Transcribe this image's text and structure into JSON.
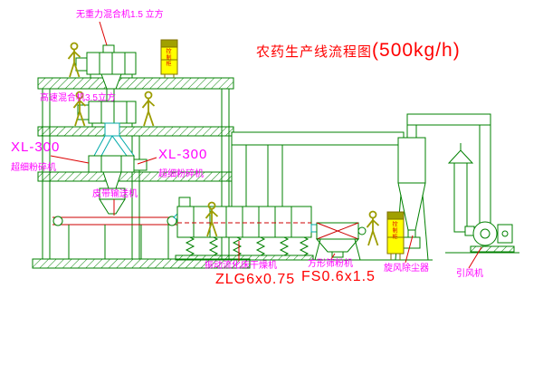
{
  "title": {
    "text": "农药生产线流程图",
    "capacity": "(500kg/h)"
  },
  "labels": {
    "gravity_mixer": "无重力混合机1.5 立方",
    "high_speed_mixer": "高速混合机3.5立方",
    "crusher_left_model": "XL-300",
    "crusher_left_name": "超细粉碎机",
    "crusher_mid_model": "XL-300",
    "crusher_mid_name": "超细粉碎机",
    "belt_conveyor": "皮带输送机",
    "dryer_name": "振动流化床干燥机",
    "dryer_model": "ZLG6x0.75",
    "sieve_name": "方形筛粉机",
    "sieve_model": "FS0.6x1.5",
    "cyclone_name": "旋风除尘器",
    "fan_name": "引风机",
    "control_cabinet": "控制柜"
  },
  "colors": {
    "line_green": "#008000",
    "accent_cyan": "#00AAAA",
    "label_magenta": "#FF00FF",
    "label_red": "#FF0000",
    "detail_red": "#CC0000",
    "cabinet_yellow": "#FFFF00",
    "figure_olive": "#9C9C00",
    "background": "#FFFFFF"
  }
}
